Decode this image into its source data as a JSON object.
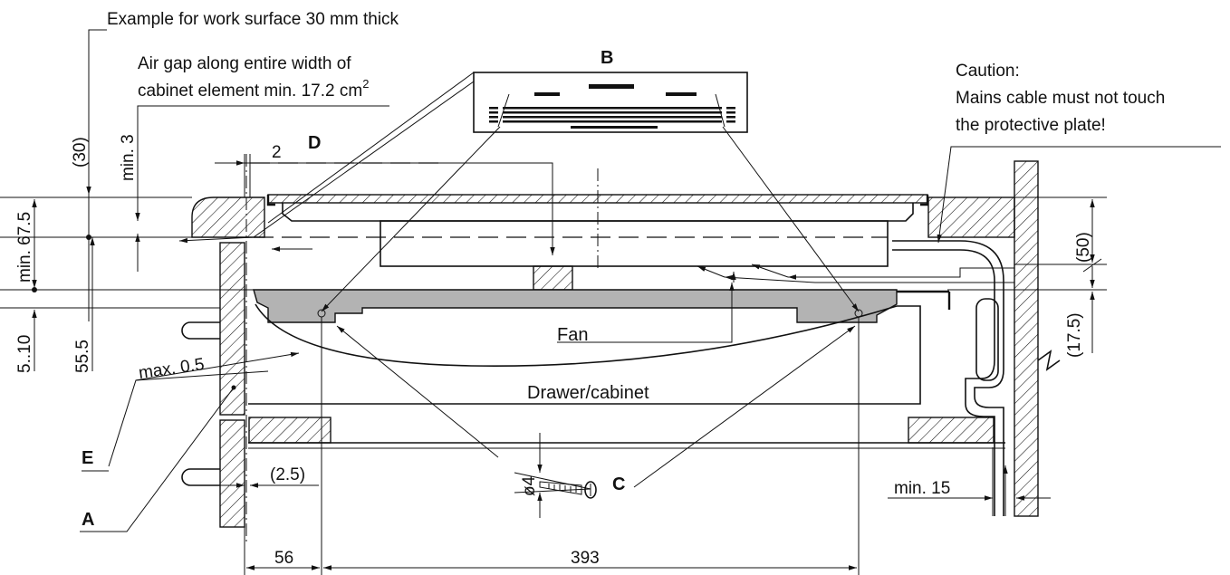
{
  "labels": {
    "example_note": "Example for work surface 30 mm thick",
    "air_gap_line1": "Air gap along entire width of",
    "air_gap_line2": "cabinet element min. 17.2 cm",
    "air_gap_sup": "2",
    "caution_line1": "Caution:",
    "caution_line2": "Mains cable must not touch",
    "caution_line3": "the protective plate!",
    "fan": "Fan",
    "drawer": "Drawer/cabinet",
    "max_gap": "max. 0.5"
  },
  "callouts": {
    "a": "A",
    "b": "B",
    "c": "C",
    "d": "D",
    "e": "E"
  },
  "dimensions": {
    "thickness_30": "(30)",
    "min_3": "min. 3",
    "min_67_5": "min. 67.5",
    "range_5_10": "5..10",
    "dim_55_5": "55.5",
    "dim_2": "2",
    "dim_50": "(50)",
    "dim_17_5": "(17.5)",
    "dim_2_5": "(2.5)",
    "dia_4": "ø4",
    "min_15": "min. 15",
    "dim_56": "56",
    "dim_393": "393"
  },
  "colors": {
    "ink": "#111111",
    "plate_grey": "#b3b3b3",
    "background": "#ffffff"
  }
}
